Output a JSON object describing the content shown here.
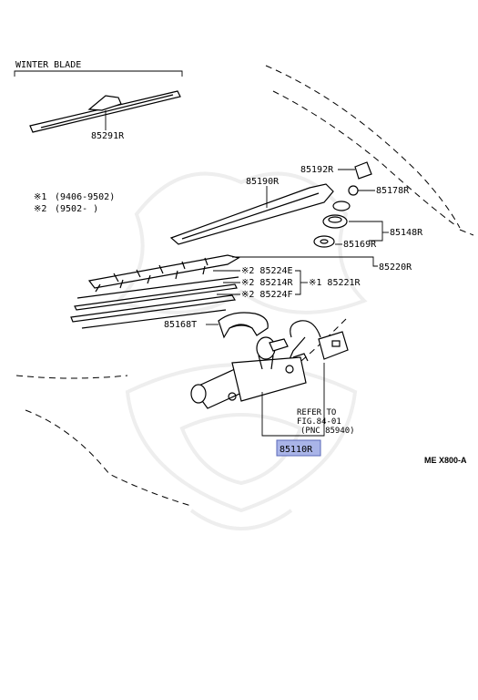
{
  "header": {
    "title": "WINTER BLADE"
  },
  "notes": [
    {
      "mark": "※1",
      "range": "(9406-9502)"
    },
    {
      "mark": "※2",
      "range": "(9502-      )"
    }
  ],
  "parts": {
    "p85291R": "85291R",
    "p85192R": "85192R",
    "p85190R": "85190R",
    "p85178R": "85178R",
    "p85148R": "85148R",
    "p85169R": "85169R",
    "p85220R": "85220R",
    "p85224E": "※2 85224E",
    "p85214R": "※2 85214R",
    "p85224F": "※2 85224F",
    "p85221R": "※1 85221R",
    "p85168T": "85168T",
    "p85110R": "85110R"
  },
  "refer": {
    "line1": "REFER TO",
    "line2": "FIG.84-01",
    "line3": "(PNC 85940)"
  },
  "figure_code": "ME X800-A",
  "colors": {
    "highlight": "#a9b4e8",
    "line": "#000000",
    "watermark": "#eeeeee"
  }
}
